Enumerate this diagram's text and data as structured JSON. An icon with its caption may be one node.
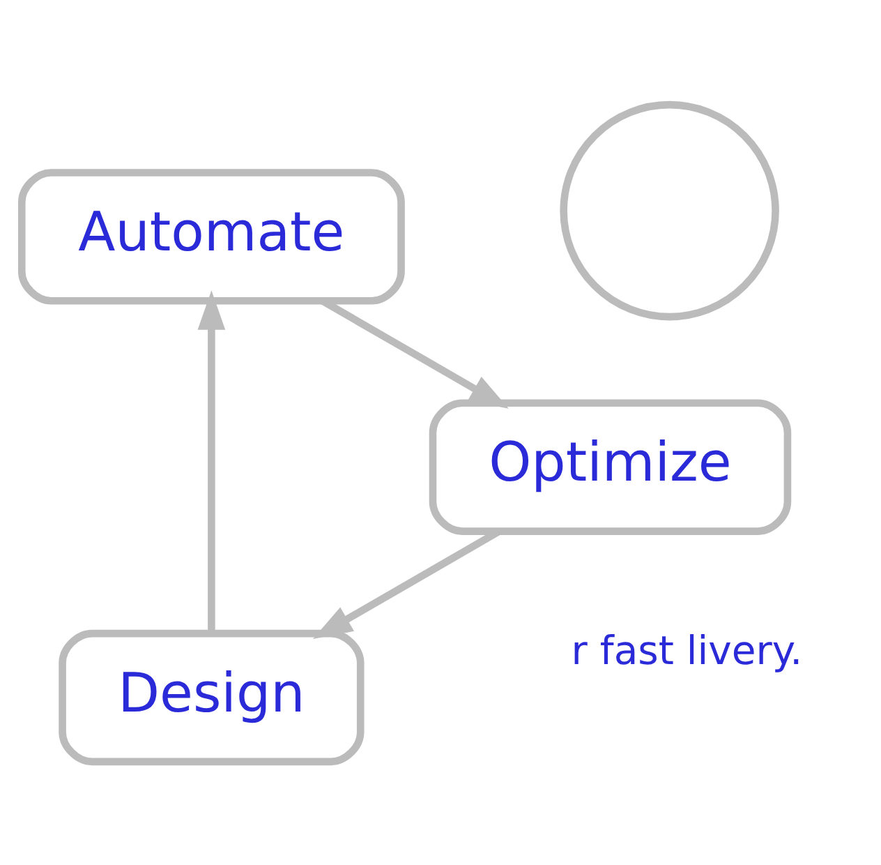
{
  "diagram": {
    "nodes": [
      {
        "text": [
          "Design"
        ]
      },
      {
        "text": [
          "Automate"
        ]
      },
      {
        "text": [
          "Optimize"
        ]
      },
      {
        "text": [],
        "shape": "circle"
      }
    ],
    "edges": [
      {
        "from": 0,
        "to": 1,
        "arrow": "to"
      },
      {
        "from": 1,
        "to": 2,
        "arrow": "to"
      },
      {
        "from": 2,
        "to": 0,
        "arrow": "to"
      }
    ],
    "labels": [
      "r fast livery."
    ]
  }
}
